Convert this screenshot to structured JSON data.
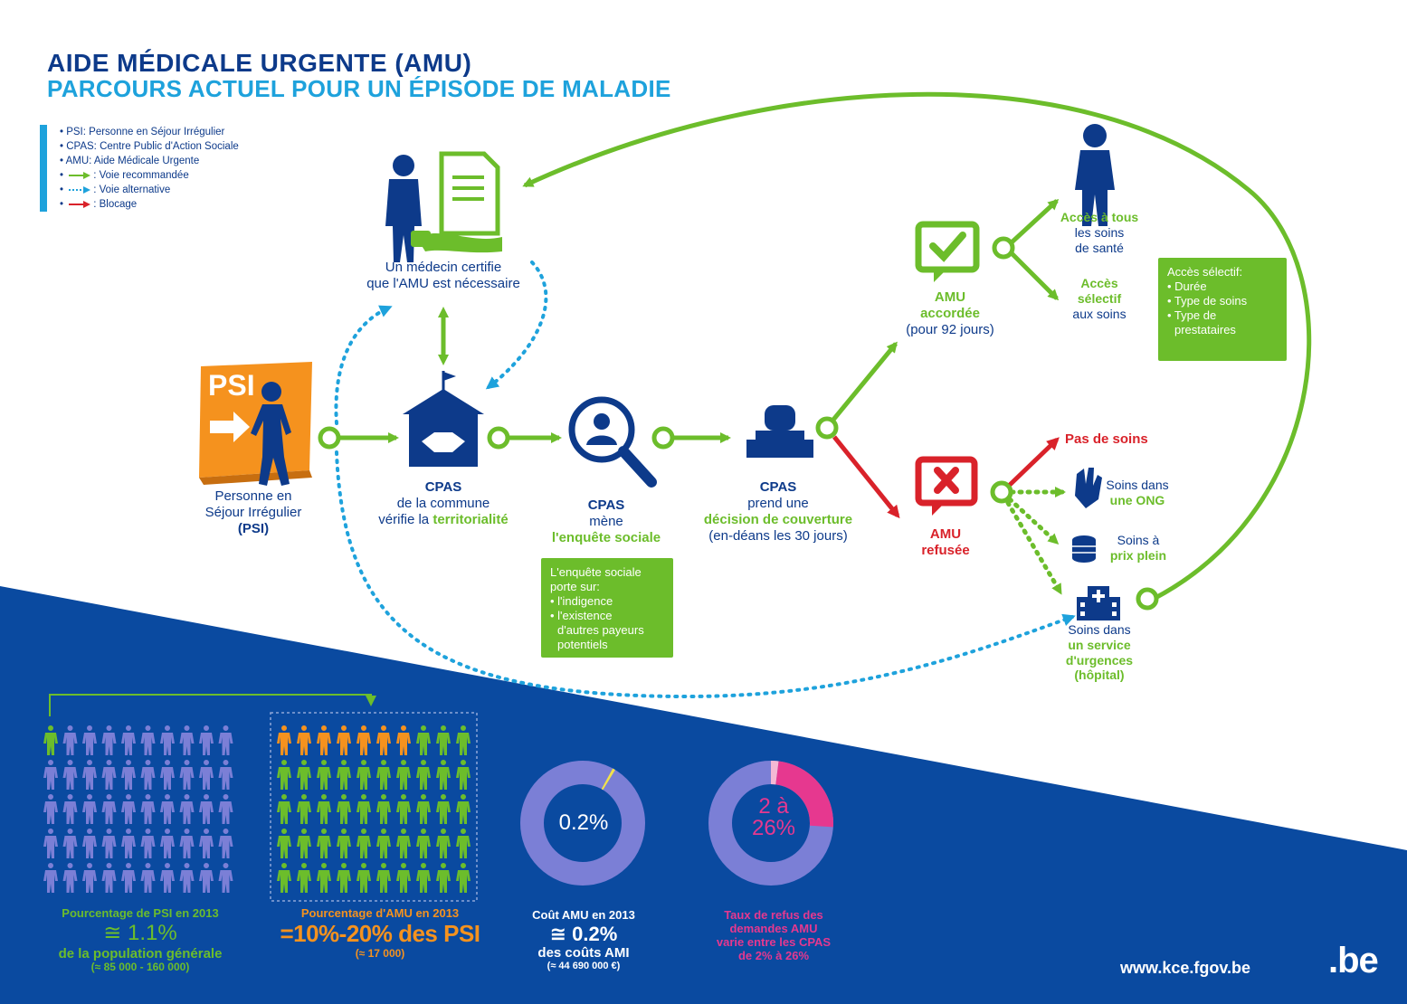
{
  "title": {
    "line1": "AIDE MÉDICALE URGENTE (AMU)",
    "line2": "PARCOURS ACTUEL POUR UN ÉPISODE DE MALADIE"
  },
  "legend": {
    "items": [
      "• PSI: Personne en Séjour Irrégulier",
      "• CPAS: Centre Public d'Action Sociale",
      "• AMU: Aide Médicale Urgente"
    ],
    "arrows": [
      {
        "label": ": Voie recommandée",
        "color": "#6cbd2b",
        "style": "solid"
      },
      {
        "label": ": Voie alternative",
        "color": "#1ea2dc",
        "style": "dotted"
      },
      {
        "label": ": Blocage",
        "color": "#d9222a",
        "style": "solid"
      }
    ]
  },
  "nodes": {
    "psi": {
      "badge": "PSI",
      "line1": "Personne en",
      "line2": "Séjour Irrégulier",
      "line3": "(PSI)"
    },
    "doctor": {
      "line1": "Un médecin certifie",
      "line2": "que l'AMU est nécessaire"
    },
    "cpas_commune": {
      "title": "CPAS",
      "line1": "de la commune",
      "line2a": "vérifie la ",
      "line2b": "territorialité"
    },
    "cpas_enquete": {
      "title": "CPAS",
      "line1": "mène",
      "line2": "l'enquête sociale"
    },
    "enquete_box": {
      "lines": [
        "L'enquête sociale",
        "porte sur:",
        "• l'indigence",
        "• l'existence",
        "  d'autres payeurs",
        "  potentiels"
      ]
    },
    "cpas_decision": {
      "title": "CPAS",
      "line1": "prend une",
      "line2": "décision de couverture",
      "line3": "(en-déans les 30 jours)"
    },
    "amu_accordee": {
      "line1": "AMU",
      "line2": "accordée",
      "line3": "(pour 92 jours)"
    },
    "acces_tous": {
      "line1": "Accès à tous",
      "line2": "les soins",
      "line3": "de santé"
    },
    "acces_selectif": {
      "line1": "Accès",
      "line2": "sélectif",
      "line3": "aux soins"
    },
    "selectif_box": {
      "lines": [
        "Accès sélectif:",
        "• Durée",
        "• Type de soins",
        "• Type de",
        "  prestataires"
      ]
    },
    "amu_refusee": {
      "line1": "AMU",
      "line2": "refusée"
    },
    "pas_de_soins": "Pas de soins",
    "soins_ong": {
      "line1": "Soins dans",
      "line2": "une ONG"
    },
    "soins_prix": {
      "line1": "Soins à",
      "line2": "prix plein"
    },
    "soins_urgences": {
      "line1": "Soins dans",
      "line2": "un service",
      "line3": "d'urgences",
      "line4": "(hôpital)"
    }
  },
  "stats": {
    "psi": {
      "label": "Pourcentage de PSI en 2013",
      "value": "≅ 1.1%",
      "line3": "de la population générale",
      "line4": "(≈ 85 000 - 160 000)",
      "highlighted": 1,
      "total": 50
    },
    "amu": {
      "label": "Pourcentage d'AMU en 2013",
      "value": "=10%-20% des PSI",
      "line3": "(≈ 17 000)",
      "orange": 7,
      "total": 50
    },
    "cout": {
      "label": "Coût AMU en 2013",
      "value": "≅ 0.2%",
      "line3": "des coûts AMI",
      "line4": "(≈ 44 690 000 €)",
      "donut_text": "0.2%",
      "fraction": 0.002
    },
    "refus": {
      "label1": "Taux de refus des",
      "label2": "demandes AMU",
      "label3": "varie entre les CPAS",
      "label4": "de 2% à 26%",
      "donut_line1": "2 à",
      "donut_line2": "26%",
      "min_fraction": 0.02,
      "max_fraction": 0.26
    }
  },
  "footer": {
    "url": "www.kce.fgov.be",
    "logo": ".be"
  },
  "colors": {
    "navy": "#0d3a8a",
    "blue_band": "#0a4aa0",
    "green": "#6cbd2b",
    "red": "#d9222a",
    "light_blue": "#1ea2dc",
    "orange": "#f5921e",
    "purple": "#7b7fd6",
    "pink": "#e6388f"
  }
}
